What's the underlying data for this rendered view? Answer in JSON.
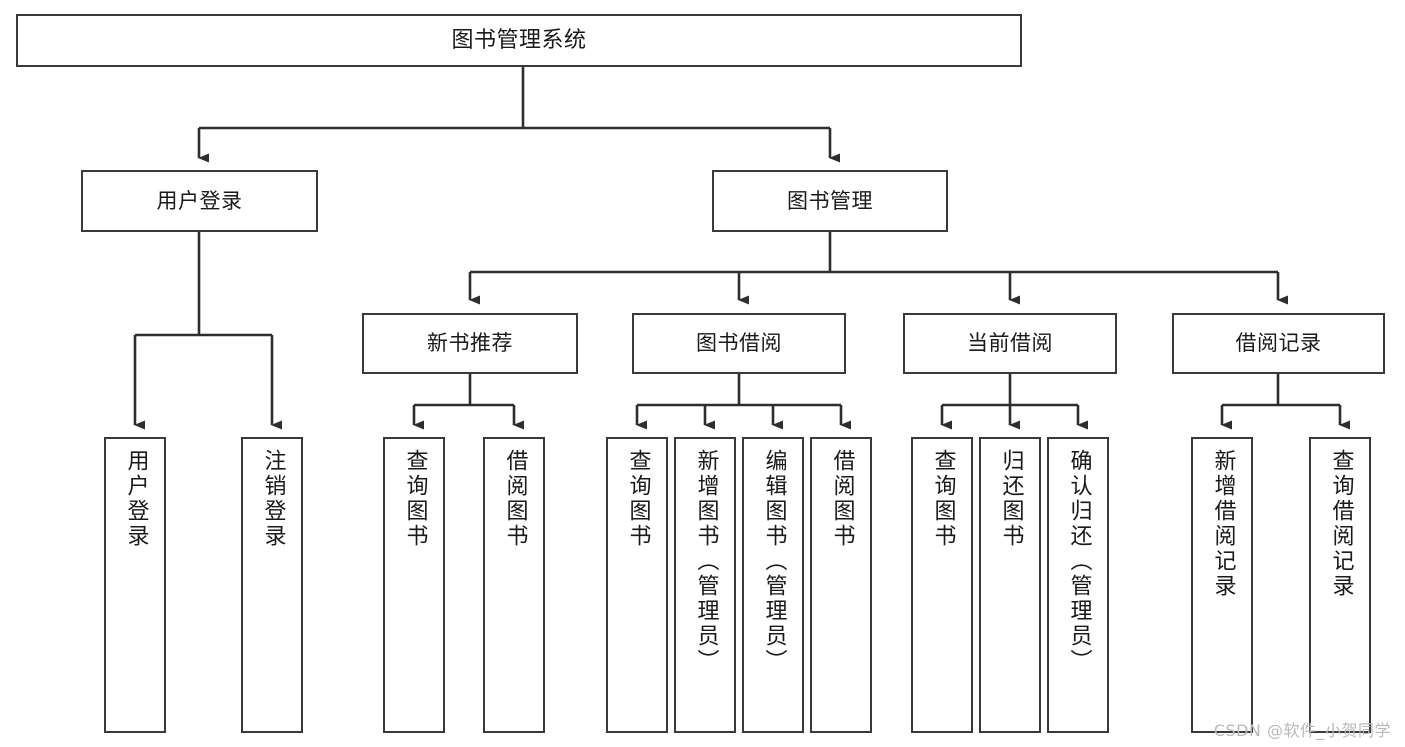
{
  "diagram": {
    "type": "tree",
    "title": "图书管理系统",
    "root": {
      "label": "图书管理系统"
    },
    "level2": [
      {
        "label": "用户登录"
      },
      {
        "label": "图书管理"
      }
    ],
    "level3": [
      {
        "label": "新书推荐"
      },
      {
        "label": "图书借阅"
      },
      {
        "label": "当前借阅"
      },
      {
        "label": "借阅记录"
      }
    ],
    "leaves": {
      "user_login": [
        {
          "label": "用户登录"
        },
        {
          "label": "注销登录"
        }
      ],
      "new_book_recommend": [
        {
          "label": "查询图书"
        },
        {
          "label": "借阅图书"
        }
      ],
      "book_borrow": [
        {
          "label": "查询图书"
        },
        {
          "label": "新增图书（管理员）"
        },
        {
          "label": "编辑图书（管理员）"
        },
        {
          "label": "借阅图书"
        }
      ],
      "current_borrow": [
        {
          "label": "查询图书"
        },
        {
          "label": "归还图书"
        },
        {
          "label": "确认归还（管理员）"
        }
      ],
      "borrow_record": [
        {
          "label": "新增借阅记录"
        },
        {
          "label": "查询借阅记录"
        }
      ]
    }
  },
  "watermark": {
    "text": "CSDN @软件_小贺同学"
  },
  "colors": {
    "border": "#3a3a3a",
    "background": "#ffffff",
    "text": "#1a1a1a",
    "watermark": "#b9b9b9"
  }
}
